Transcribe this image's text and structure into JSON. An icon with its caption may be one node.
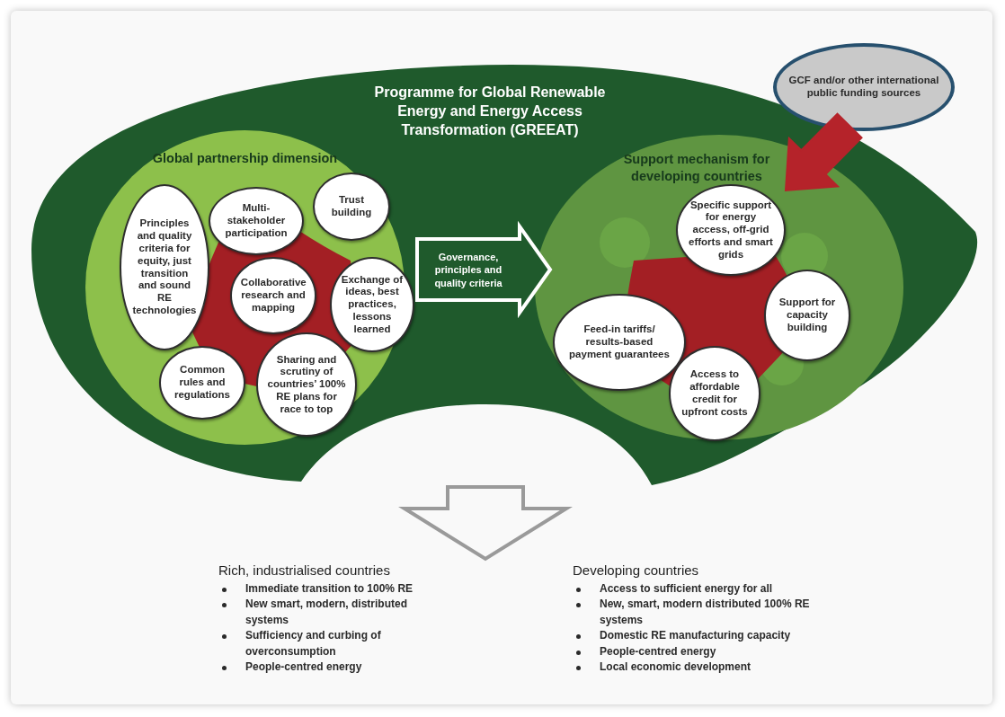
{
  "diagram": {
    "nodes": [
      {
        "text": [
          "Programme for Global Renewable Energy and Energy Access Transformation (GREEAT)"
        ]
      },
      {
        "text": [
          "Global partnership dimension"
        ],
        "in": 0
      },
      {
        "text": [
          "Principles and quality criteria for equity, just transition and sound RE technologies"
        ],
        "in": 1
      },
      {
        "text": [
          "Multi-stakeholder participation"
        ],
        "in": 1
      },
      {
        "text": [
          "Trust building"
        ],
        "in": 1
      },
      {
        "text": [
          "Collaborative research and mapping"
        ],
        "in": 1
      },
      {
        "text": [
          "Exchange of ideas, best practices, lessons learned"
        ],
        "in": 1
      },
      {
        "text": [
          "Common rules and regulations"
        ],
        "in": 1
      },
      {
        "text": [
          "Sharing and scrutiny of countries’ 100% RE plans for race to top"
        ],
        "in": 1
      },
      {
        "text": [
          "Support mechanism for developing countries"
        ],
        "in": 0
      },
      {
        "text": [
          "Specific support for energy access, off-grid efforts and smart grids"
        ],
        "in": 9
      },
      {
        "text": [
          "Feed-in tariffs/ results-based payment guarantees"
        ],
        "in": 9
      },
      {
        "text": [
          "Support for capacity building"
        ],
        "in": 9
      },
      {
        "text": [
          "Access to affordable credit for upfront costs"
        ],
        "in": 9
      },
      {
        "text": [
          "GCF and/or other international public funding sources"
        ]
      }
    ],
    "edges": [
      {
        "from": 1,
        "to": 9,
        "arrow": "to",
        "label": "Governance, principles and quality criteria"
      },
      {
        "from": 14,
        "to": 9,
        "arrow": "to",
        "style": "thick",
        "color": "#b5232a"
      },
      {
        "from": 0,
        "to": null,
        "arrow": "to",
        "color": "#9a9a9a"
      }
    ],
    "labels": [
      "Rich, industrialised countries",
      "Immediate transition to 100% RE",
      "New smart, modern, distributed systems",
      "Sufficiency and curbing of overconsumption",
      "People-centred energy",
      "Developing countries",
      "Access to sufficient energy for all",
      "New, smart, modern distributed 100% RE systems",
      "Domestic RE manufacturing capacity",
      "People-centred energy",
      "Local economic development"
    ]
  }
}
